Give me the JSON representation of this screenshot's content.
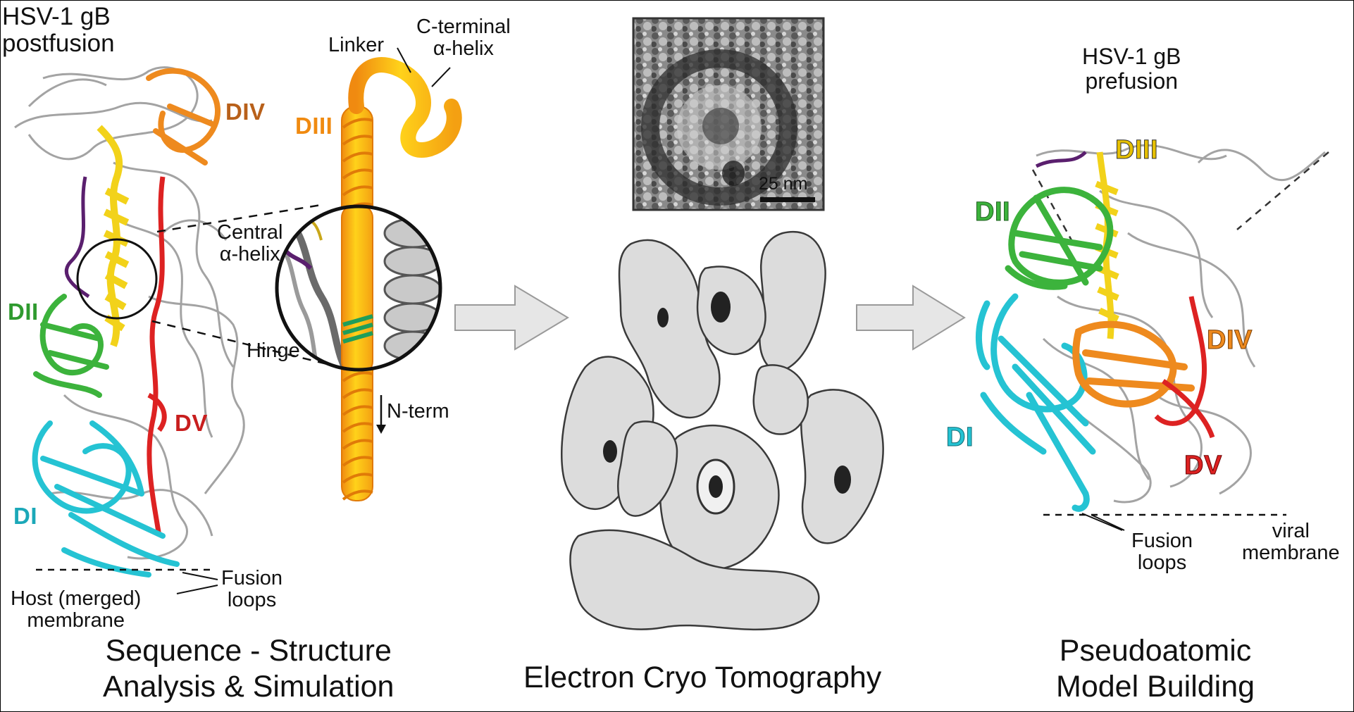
{
  "left": {
    "title": [
      "HSV-1 gB",
      "postfusion"
    ],
    "domains": {
      "div": "DIV",
      "dii": "DII",
      "dv": "DV",
      "di": "DI"
    },
    "membrane": [
      "Host (merged)",
      "membrane"
    ],
    "fusion_loops": [
      "Fusion",
      "loops"
    ],
    "caption": [
      "Sequence - Structure",
      "Analysis & Simulation"
    ]
  },
  "helix_detail": {
    "linker": "Linker",
    "c_terminal": [
      "C-terminal",
      "α-helix"
    ],
    "diii": "DIII",
    "central": [
      "Central",
      "α-helix"
    ],
    "hinge": "Hinge",
    "n_term": "N-term"
  },
  "middle": {
    "scale_bar": "25 nm",
    "caption": "Electron Cryo Tomography"
  },
  "right": {
    "title": [
      "HSV-1 gB",
      "prefusion"
    ],
    "domains": {
      "diii": "DIII",
      "dii": "DII",
      "div": "DIV",
      "di": "DI",
      "dv": "DV"
    },
    "fusion_loops": [
      "Fusion",
      "loops"
    ],
    "viral_membrane": [
      "viral",
      "membrane"
    ],
    "caption": [
      "Pseudoatomic",
      "Model Building"
    ]
  },
  "colors": {
    "di": "#25c3d3",
    "dii": "#3cb33c",
    "diii": "#f2d21a",
    "div": "#ee8a1e",
    "dv": "#dd2222",
    "linker": "#5a1f6e",
    "hinge": "#1f9e5a",
    "density": "#dcdcdc",
    "arrow": "#e6e6e6"
  }
}
